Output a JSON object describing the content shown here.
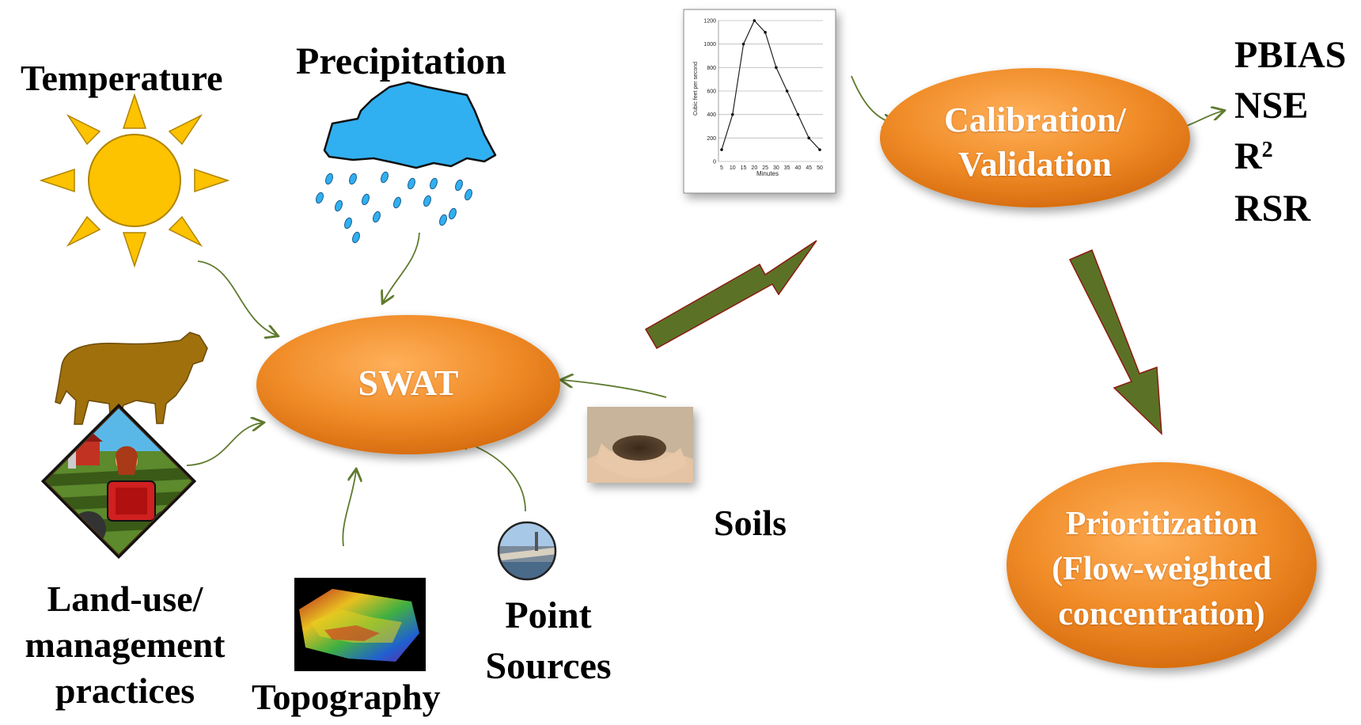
{
  "inputs": {
    "temperature": "Temperature",
    "precipitation": "Precipitation",
    "landuse_line1": "Land-use/",
    "landuse_line2": "management",
    "landuse_line3": "practices",
    "topography": "Topography",
    "point_sources_line1": "Point",
    "point_sources_line2": "Sources",
    "soils": "Soils"
  },
  "nodes": {
    "swat": "SWAT",
    "calibration_line1": "Calibration/",
    "calibration_line2": "Validation",
    "prioritization_line1": "Prioritization",
    "prioritization_line2": "(Flow-weighted",
    "prioritization_line3": "concentration)"
  },
  "metrics": {
    "pbias": "PBIAS",
    "nse": "NSE",
    "r_base": "R",
    "r_sup": "2",
    "rsr": "RSR"
  },
  "hydrograph": {
    "ylabel": "Cubic feet per second",
    "xlabel": "Minutes",
    "x_ticks": [
      "5",
      "10",
      "15",
      "20",
      "25",
      "30",
      "35",
      "40",
      "45",
      "50"
    ],
    "y_ticks": [
      "0",
      "200",
      "400",
      "600",
      "800",
      "1000",
      "1200"
    ]
  },
  "chart_data": {
    "type": "line",
    "title": "",
    "xlabel": "Minutes",
    "ylabel": "Cubic feet per second",
    "x": [
      5,
      10,
      15,
      20,
      25,
      30,
      35,
      40,
      45,
      50
    ],
    "series": [
      {
        "values": [
          100,
          400,
          1000,
          1200,
          1100,
          800,
          600,
          400,
          200,
          100
        ]
      }
    ],
    "xlim": [
      5,
      50
    ],
    "ylim": [
      0,
      1200
    ],
    "grid": true
  },
  "colors": {
    "node_fill": "#f08c28",
    "big_arrow": "#5b7226",
    "thin_arrow": "#5f7a2e",
    "sun": "#fdc200",
    "cloud": "#30b0f0"
  }
}
